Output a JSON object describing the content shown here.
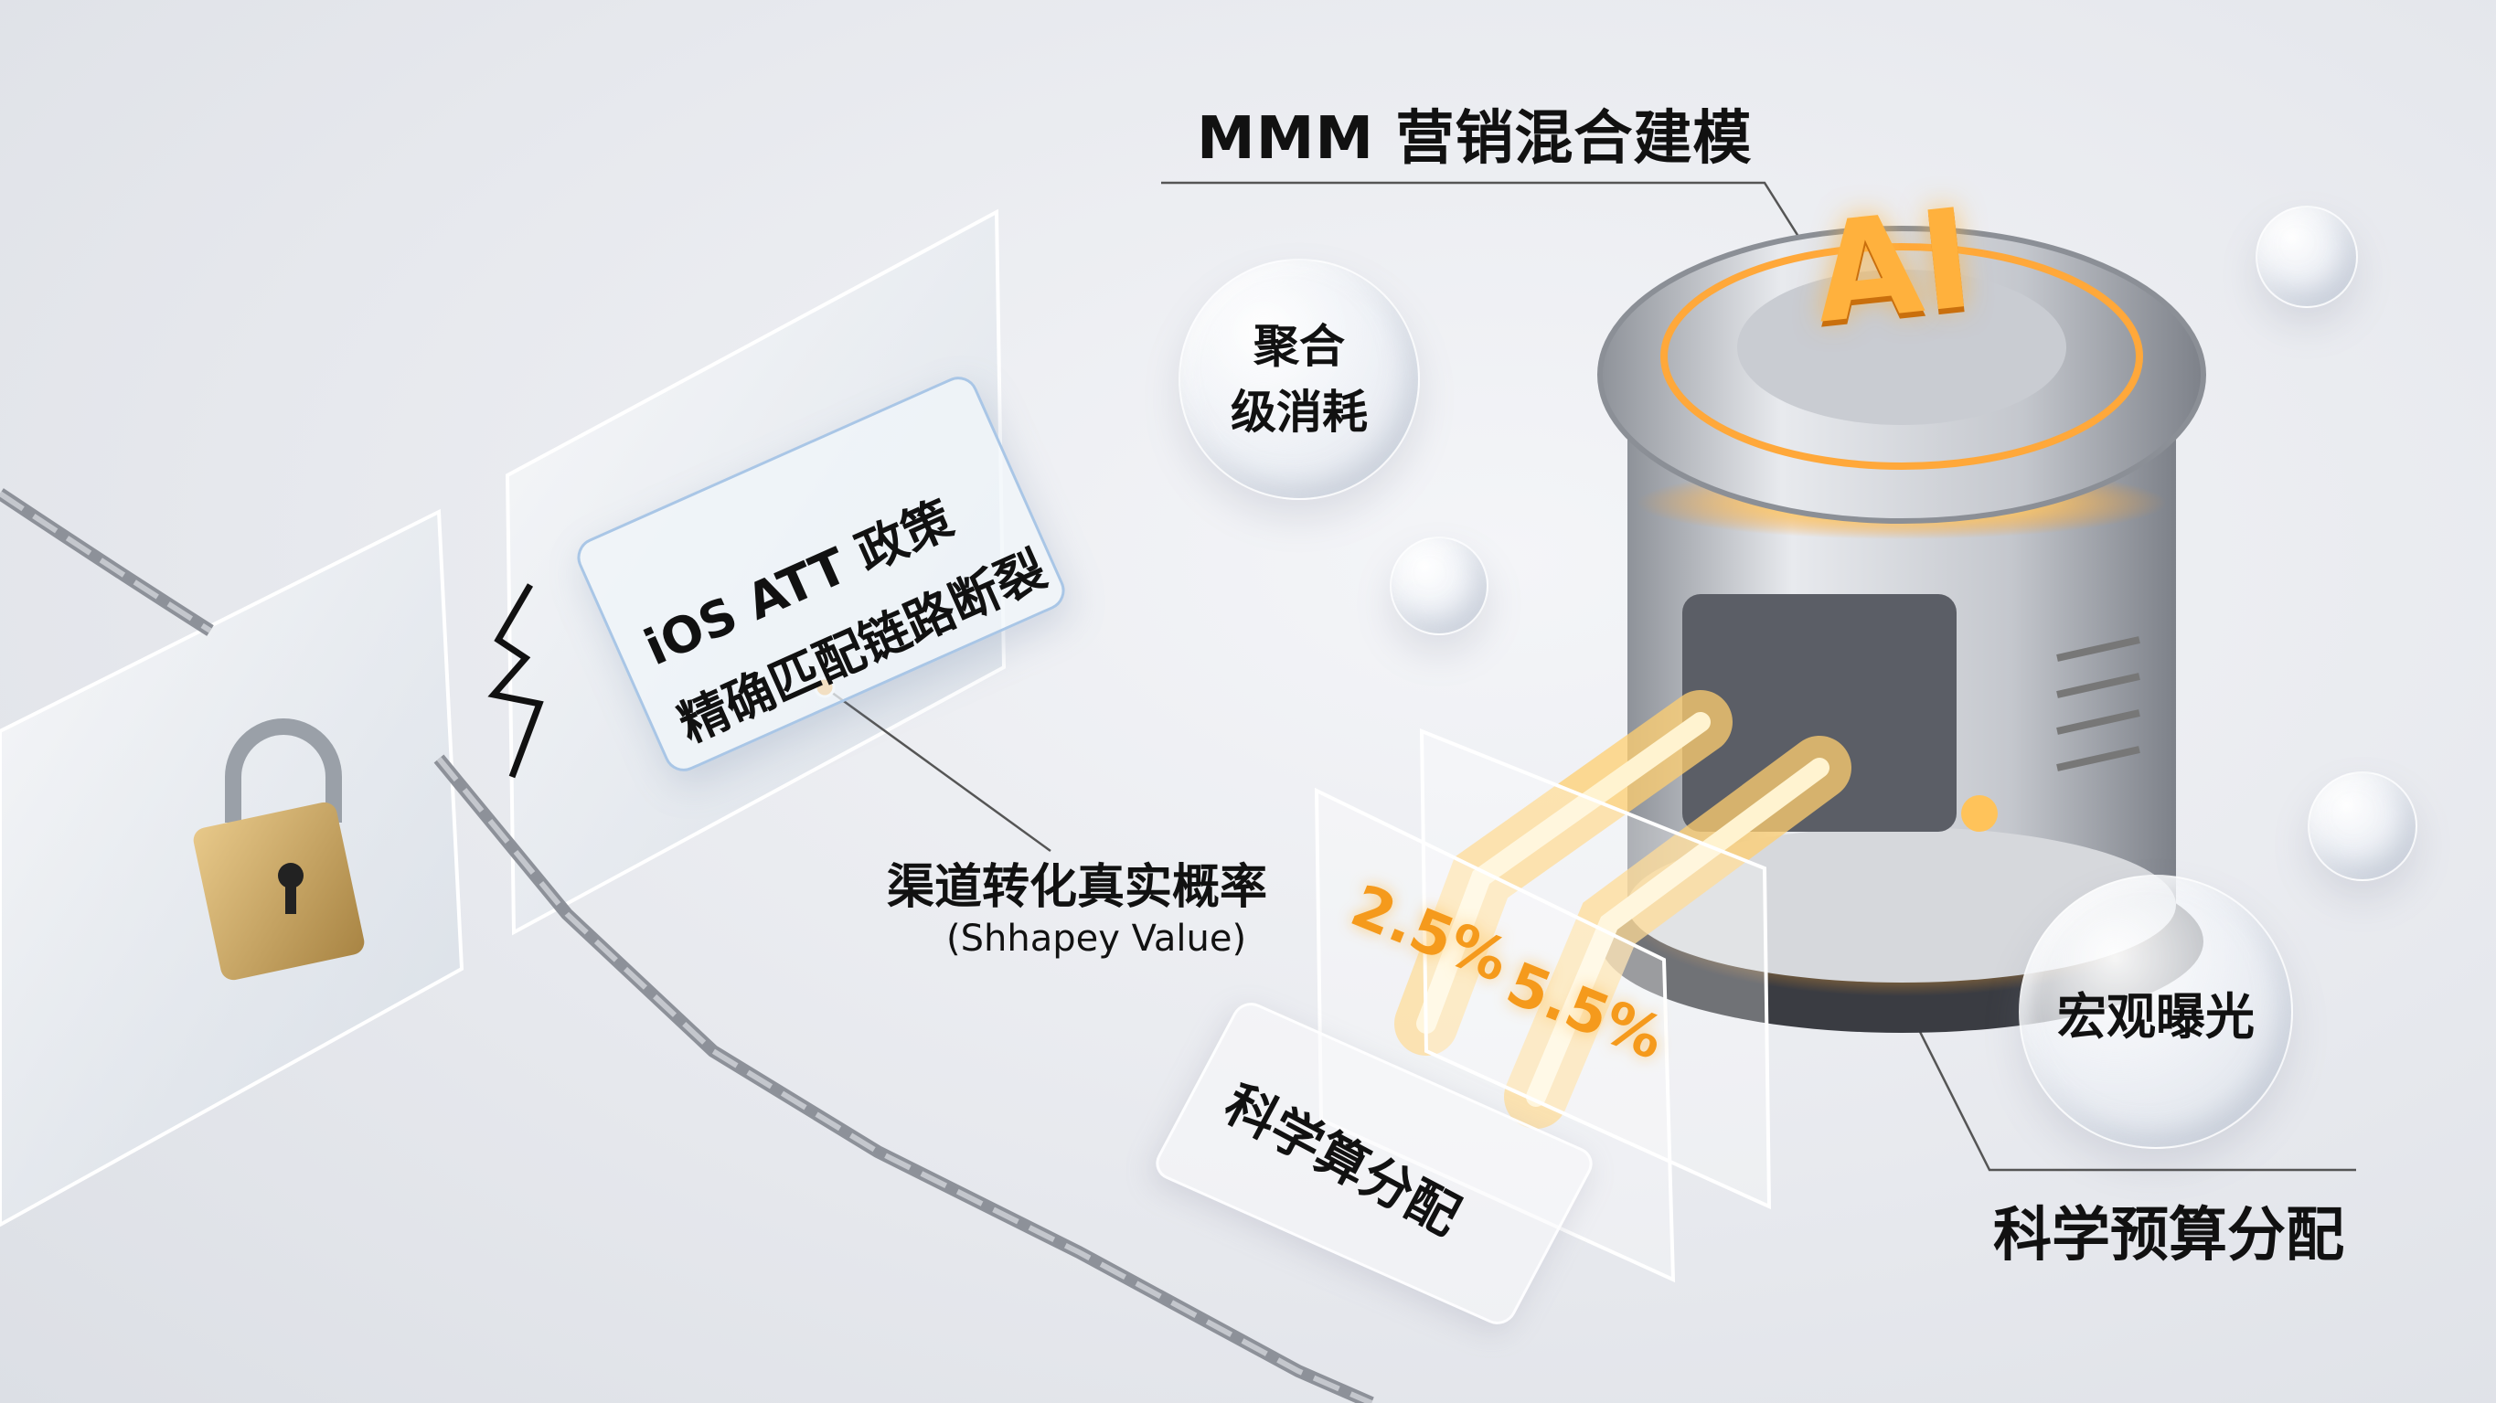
{
  "title": "MMM 营销混合建模",
  "bubbles": {
    "aggregate_spend": {
      "line1": "聚合",
      "line2": "级消耗"
    },
    "macro_exposure": "宏观曝光"
  },
  "ios_card": {
    "line1": "iOS ATT 政策",
    "line2": "精确匹配链路断裂"
  },
  "channel_label": {
    "title": "渠道转化真实概率",
    "subtitle": "(Shhapey Value)"
  },
  "percentages": [
    "2.5%",
    "5.5%"
  ],
  "panel_label": "科学算分配",
  "budget_label": "科学预算分配",
  "engine_logo": "AI",
  "colors": {
    "accent": "#f59a1c",
    "glow": "#ffc866",
    "metal": "#b9bcc3",
    "card_border": "#a9c6e6"
  }
}
